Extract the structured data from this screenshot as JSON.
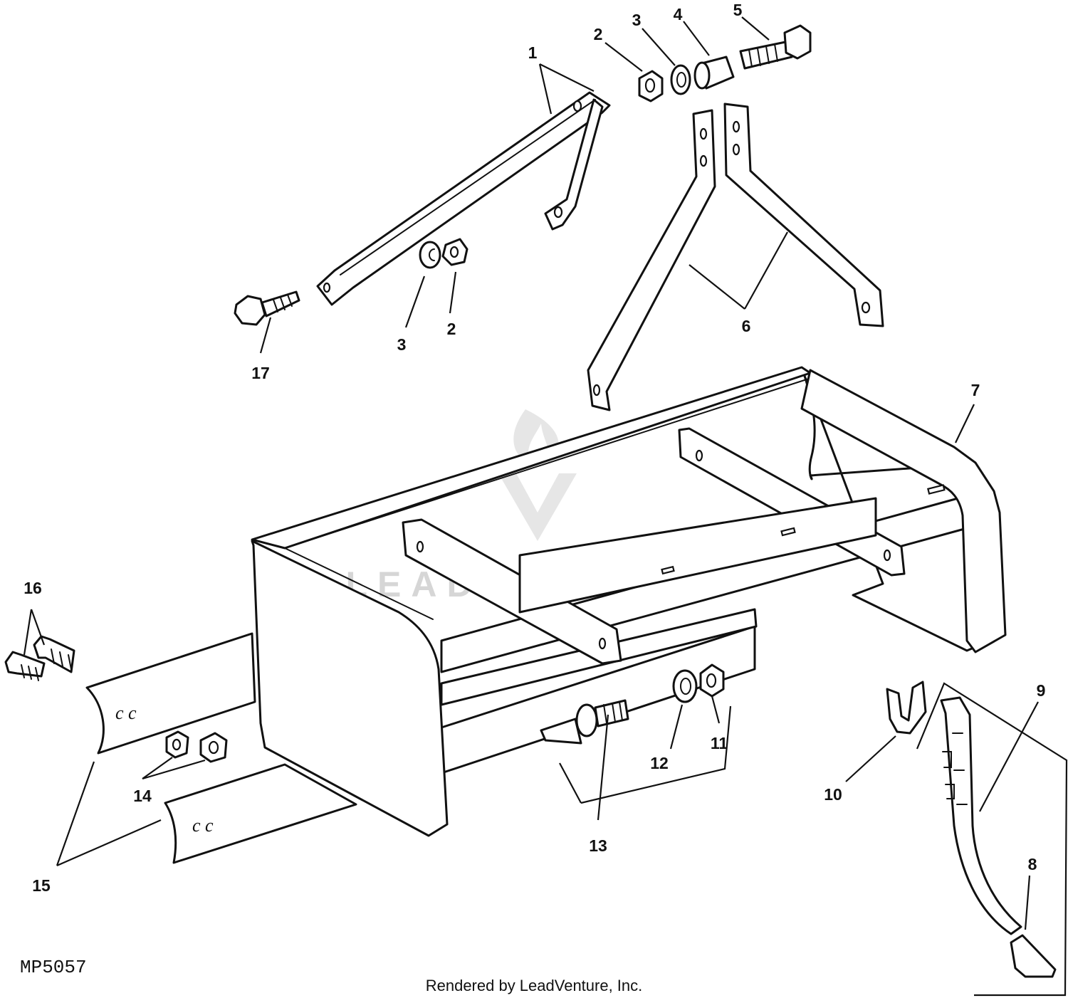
{
  "figure_id": "MP5057",
  "credit": "Rendered by LeadVenture, Inc.",
  "watermark": "LEADVENTURE",
  "callouts": {
    "c1": "1",
    "c2a": "2",
    "c2b": "2",
    "c3a": "3",
    "c3b": "3",
    "c4": "4",
    "c5": "5",
    "c6": "6",
    "c7": "7",
    "c8": "8",
    "c9": "9",
    "c10": "10",
    "c11": "11",
    "c12": "12",
    "c13": "13",
    "c14": "14",
    "c15": "15",
    "c16": "16",
    "c17": "17"
  },
  "parts": [
    {
      "ref": "1",
      "name": "top-link-brace"
    },
    {
      "ref": "2",
      "name": "hex-nut"
    },
    {
      "ref": "3",
      "name": "lock-washer"
    },
    {
      "ref": "4",
      "name": "spacer-bushing"
    },
    {
      "ref": "5",
      "name": "cap-screw"
    },
    {
      "ref": "6",
      "name": "a-frame-uprights"
    },
    {
      "ref": "7",
      "name": "box-blade-frame"
    },
    {
      "ref": "8",
      "name": "scarifier-tooth-point"
    },
    {
      "ref": "9",
      "name": "scarifier-shank"
    },
    {
      "ref": "10",
      "name": "shank-clip"
    },
    {
      "ref": "11",
      "name": "hex-nut"
    },
    {
      "ref": "12",
      "name": "lock-washer"
    },
    {
      "ref": "13",
      "name": "lower-hitch-pin"
    },
    {
      "ref": "14",
      "name": "hex-nut"
    },
    {
      "ref": "15",
      "name": "cutting-edge"
    },
    {
      "ref": "16",
      "name": "carriage-bolt"
    },
    {
      "ref": "17",
      "name": "cap-screw"
    }
  ]
}
